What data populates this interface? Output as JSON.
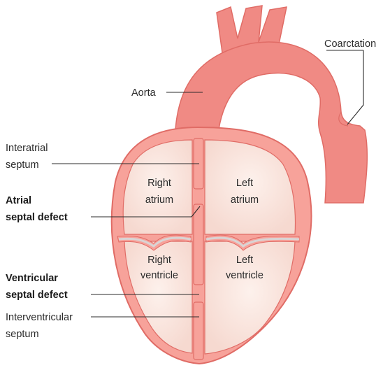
{
  "labels": {
    "coarctation": "Coarctation",
    "aorta": "Aorta",
    "interatrial_1": "Interatrial",
    "interatrial_2": "septum",
    "asd_1": "Atrial",
    "asd_2": "septal defect",
    "vsd_1": "Ventricular",
    "vsd_2": "septal defect",
    "interventricular_1": "Interventricular",
    "interventricular_2": "septum",
    "right_atrium_1": "Right",
    "right_atrium_2": "atrium",
    "left_atrium_1": "Left",
    "left_atrium_2": "atrium",
    "right_ventricle_1": "Right",
    "right_ventricle_2": "ventricle",
    "left_ventricle_1": "Left",
    "left_ventricle_2": "ventricle"
  },
  "colors": {
    "vessel": "#f08a84",
    "heart_wall": "#f7a29a",
    "outline": "#e06c66",
    "chamber": "#fae4de",
    "valve": "#d9d4d4"
  }
}
